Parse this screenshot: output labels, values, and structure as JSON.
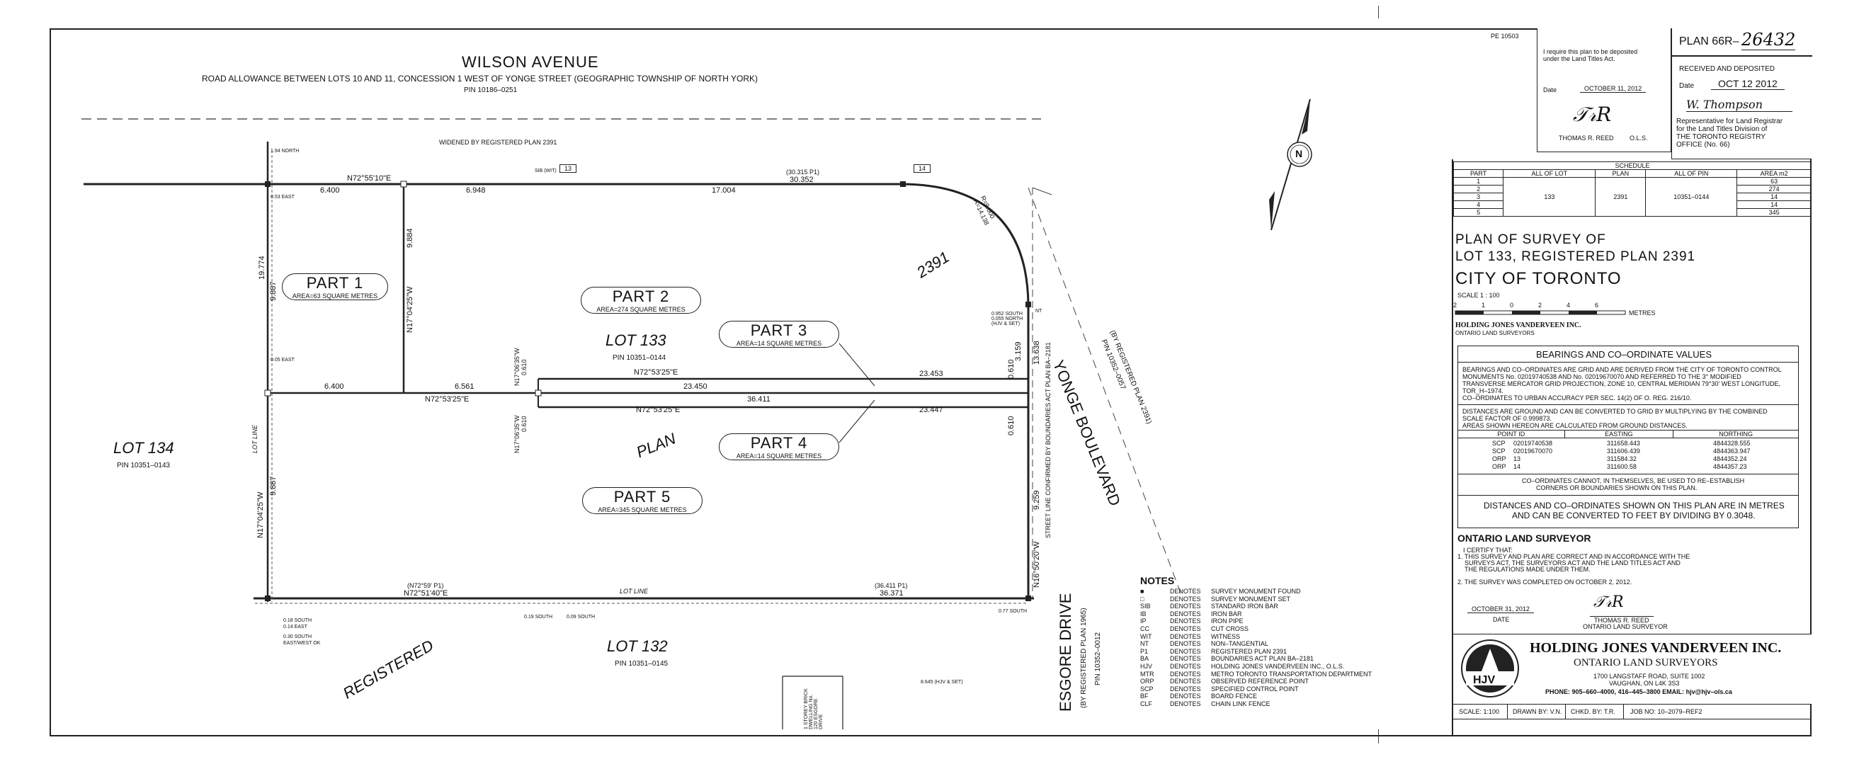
{
  "street_top": {
    "name": "WILSON AVENUE",
    "desc": "ROAD ALLOWANCE BETWEEN LOTS 10 AND 11, CONCESSION 1 WEST OF YONGE STREET (GEOGRAPHIC TOWNSHIP OF NORTH YORK)",
    "pin": "PIN 10186–0251",
    "widened": "WIDENED BY REGISTERED PLAN 2391"
  },
  "street_right": {
    "name": "YONGE BOULEVARD",
    "sub": "(BY REGISTERED PLAN 2391)",
    "pin": "PIN 10352–0057"
  },
  "street_bottom": {
    "name": "ESGORE DRIVE",
    "sub": "(BY REGISTERED PLAN 1965)",
    "pin": "PIN 10352–0012"
  },
  "lots": {
    "lot134": {
      "name": "LOT 134",
      "pin": "PIN 10351–0143"
    },
    "lot133": {
      "name": "LOT 133",
      "pin": "PIN 10351–0144"
    },
    "lot132": {
      "name": "LOT 132",
      "pin": "PIN 10351–0145"
    }
  },
  "plan_words": {
    "registered": "REGISTERED",
    "plan": "PLAN",
    "plan_no": "2391",
    "lot_line": "LOT LINE",
    "lot_line2": "LOT LINE",
    "street_line": "STREET LINE CONFIRMED BY BOUNDARIES ACT PLAN BA–2181"
  },
  "parts": [
    {
      "label": "PART 1",
      "area": "AREA=63 SQUARE METRES"
    },
    {
      "label": "PART 2",
      "area": "AREA=274 SQUARE METRES"
    },
    {
      "label": "PART 3",
      "area": "AREA=14 SQUARE METRES"
    },
    {
      "label": "PART 4",
      "area": "AREA=14 SQUARE METRES"
    },
    {
      "label": "PART 5",
      "area": "AREA=345 SQUARE METRES"
    }
  ],
  "dims": {
    "top_bearing": "N72°55'10\"E",
    "top_a": "6.400",
    "top_b": "6.948",
    "top_c": "17.004",
    "top_p1": "(30.315 P1)",
    "top_d": "30.352",
    "mid_a": "6.400",
    "mid_b": "6.561",
    "mid_bearing": "N72°53'25\"E",
    "mid_c": "23.450",
    "mid_d": "36.411",
    "mid_e": "23.453",
    "mid_bearing2": "N72°53'25\"E",
    "low_bearing": "N72°53'25\"E",
    "low_e": "23.447",
    "bot_bearing": "N72°51'40\"E",
    "bot_p1": "(N72°59' P1)",
    "bot_d": "36.371",
    "bot_p1b": "(36.411 P1)",
    "left_a": "9.887",
    "left_b": "9.887",
    "left_c": "19.774",
    "left_bearing": "N17°04'25\"W",
    "inner_v": "9.884",
    "inner_bearing": "N17°04'25\"W",
    "small_v1": "0.610",
    "small_bear1": "N17°06'35\"W",
    "small_v2": "0.610",
    "small_bear2": "N17°06'35\"W",
    "right_a": "3.159",
    "right_b": "13.638",
    "right_c": "0.610",
    "right_d": "0.610",
    "right_e": "9.259",
    "right_bearing": "N16°50'20\"W",
    "arc": "R=9.000",
    "arc_b": "A=14.138"
  },
  "monuments": {
    "m13": "13",
    "m14": "14",
    "sib": "SIB (WIT)",
    "clf_north": "1.94 NORTH",
    "clf_east": "0.53 EAST",
    "clf_east2": "0.05 EAST",
    "nt": "NT",
    "south": "0.952 SOUTH 0.055 NORTH (HJV & SET)"
  },
  "north_label": "N",
  "permit": {
    "pe": "PE 10503",
    "text1": "I require this plan to be deposited",
    "text2": "under the Land Titles Act.",
    "date_label": "Date",
    "date": "OCTOBER 11, 2012",
    "name": "THOMAS R. REED",
    "title": "O.L.S."
  },
  "plan_box": {
    "plan_label": "PLAN 66R–",
    "plan_no": "26432",
    "received": "RECEIVED AND DEPOSITED",
    "date_label": "Date",
    "date": "OCT 12 2012",
    "signature": "W. Thompson",
    "rep1": "Representative for Land Registrar",
    "rep2": "for the Land Titles Division of",
    "rep3": "THE TORONTO REGISTRY",
    "rep4": "OFFICE (No. 66)"
  },
  "schedule": {
    "title": "SCHEDULE",
    "headers": [
      "PART",
      "ALL OF LOT",
      "PLAN",
      "ALL OF PIN",
      "AREA m2"
    ],
    "parts": [
      "1",
      "2",
      "3",
      "4",
      "5"
    ],
    "lot": "133",
    "plan": "2391",
    "pin": "10351–0144",
    "areas": [
      "63",
      "274",
      "14",
      "14",
      "345"
    ]
  },
  "title_block": {
    "l1": "PLAN OF SURVEY OF",
    "l2": "LOT 133, REGISTERED PLAN 2391",
    "l3": "CITY OF TORONTO",
    "scale": "SCALE  1 : 100",
    "scale_ticks": [
      "2",
      "1",
      "0",
      "2",
      "4",
      "6"
    ],
    "scale_unit": "METRES",
    "firm": "HOLDING JONES VANDERVEEN INC.",
    "firm_sub": "ONTARIO LAND SURVEYORS"
  },
  "bearings": {
    "title": "BEARINGS AND CO–ORDINATE VALUES",
    "p1": [
      "BEARINGS AND CO–ORDINATES ARE GRID AND ARE DERIVED FROM THE CITY OF TORONTO CONTROL",
      "MONUMENTS No. 02019740538 AND No. 02019670070 AND REFERRED TO THE 3° MODIFIED",
      "TRANSVERSE MERCATOR GRID PROJECTION, ZONE 10, CENTRAL MERIDIAN 79°30' WEST LONGITUDE,",
      "TOR_H–1974.",
      "CO–ORDINATES TO URBAN ACCURACY PER SEC. 14(2) OF O. REG. 216/10."
    ],
    "p2": [
      "DISTANCES ARE GROUND AND CAN BE CONVERTED TO GRID BY MULTIPLYING BY THE COMBINED",
      "SCALE FACTOR OF 0.999873.",
      "AREAS SHOWN HEREON ARE CALCULATED FROM GROUND DISTANCES."
    ],
    "cols": [
      "POINT ID",
      "EASTING",
      "NORTHING"
    ],
    "rows": [
      [
        "SCP",
        "02019740538",
        "311658.443",
        "4844328.555"
      ],
      [
        "SCP",
        "02019670070",
        "311606.439",
        "4844363.947"
      ],
      [
        "ORP",
        "13",
        "311584.32",
        "4844352.24"
      ],
      [
        "ORP",
        "14",
        "311600.58",
        "4844357.23"
      ]
    ],
    "warn1": "CO–ORDINATES CANNOT, IN THEMSELVES, BE USED TO RE–ESTABLISH",
    "warn2": "CORNERS OR BOUNDARIES SHOWN ON THIS PLAN.",
    "metres1": "DISTANCES AND CO–ORDINATES SHOWN ON THIS PLAN ARE IN METRES",
    "metres2": "AND CAN BE CONVERTED TO FEET BY DIVIDING BY 0.3048."
  },
  "certificate": {
    "title": "ONTARIO LAND SURVEYOR",
    "certify": "I CERTIFY THAT:",
    "c1a": "1. THIS SURVEY AND PLAN ARE CORRECT AND IN ACCORDANCE WITH THE",
    "c1b": "SURVEYS ACT, THE SURVEYORS ACT AND THE LAND TITLES ACT AND",
    "c1c": "THE REGULATIONS MADE UNDER THEM.",
    "c2": "2. THE SURVEY WAS COMPLETED ON OCTOBER 2, 2012.",
    "date": "OCTOBER 31, 2012",
    "date_label": "DATE",
    "name": "THOMAS R. REED"
  },
  "firm_block": {
    "logo": "HJV",
    "name": "HOLDING JONES VANDERVEEN INC.",
    "sub": "ONTARIO LAND SURVEYORS",
    "addr1": "1700 LANGSTAFF ROAD, SUITE 1002",
    "addr2": "VAUGHAN, ON  L4K 3S3",
    "phone": "PHONE: 905–660–4000, 416–445–3800  EMAIL: hjv@hjv–ols.ca"
  },
  "footer": {
    "scale": "SCALE:  1:100",
    "drawn": "DRAWN BY:  V.N.",
    "checked": "CHKD. BY:  T.R.",
    "job": "JOB NO:   10–2079–REF2"
  },
  "notes": {
    "title": "NOTES",
    "items": [
      [
        "■",
        "DENOTES",
        "SURVEY MONUMENT FOUND"
      ],
      [
        "□",
        "DENOTES",
        "SURVEY MONUMENT SET"
      ],
      [
        "SIB",
        "DENOTES",
        "STANDARD IRON BAR"
      ],
      [
        "IB",
        "DENOTES",
        "IRON BAR"
      ],
      [
        "IP",
        "DENOTES",
        "IRON PIPE"
      ],
      [
        "CC",
        "DENOTES",
        "CUT CROSS"
      ],
      [
        "WIT",
        "DENOTES",
        "WITNESS"
      ],
      [
        "NT",
        "DENOTES",
        "NON–TANGENTIAL"
      ],
      [
        "P1",
        "DENOTES",
        "REGISTERED PLAN 2391"
      ],
      [
        "BA",
        "DENOTES",
        "BOUNDARIES ACT PLAN BA–2181"
      ],
      [
        "HJV",
        "DENOTES",
        "HOLDING JONES VANDERVEEN INC., O.L.S."
      ],
      [
        "MTR",
        "DENOTES",
        "METRO TORONTO TRANSPORTATION DEPARTMENT"
      ],
      [
        "ORP",
        "DENOTES",
        "OBSERVED REFERENCE POINT"
      ],
      [
        "SCP",
        "DENOTES",
        "SPECIFIED CONTROL POINT"
      ],
      [
        "BF",
        "DENOTES",
        "BOARD FENCE"
      ],
      [
        "CLF",
        "DENOTES",
        "CHAIN LINK FENCE"
      ]
    ]
  },
  "misc": {
    "dwelling": "1 STOREY BRICK DWELLING No. 120 ESGORE DRIVE",
    "hjv_set": "8.645 (HJV & SET)",
    "offsets": [
      "0.18 SOUTH",
      "0.14 EAST",
      "0.30 SOUTH",
      "EAST/WEST OK",
      "0.19 SOUTH",
      "0.09 SOUTH",
      "0.77 SOUTH"
    ]
  }
}
